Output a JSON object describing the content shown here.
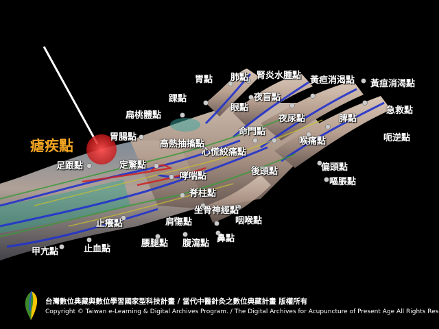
{
  "highlight": {
    "label": "瘧疾點",
    "color": "#f5a623",
    "dot_color": "#e02020"
  },
  "points": {
    "zugen": "足跟點",
    "weichang": "胃腸點",
    "biantao": "扁桃體點",
    "huai": "踝點",
    "wei": "胃點",
    "fei": "肺點",
    "shenyan": "腎炎水腫點",
    "huangdan1": "黃疸消渴點",
    "huangdan2": "黃疸消渴點",
    "yemang": "夜盲點",
    "yan": "眼點",
    "jijiu": "急救點",
    "pi": "脾點",
    "enni": "呃逆點",
    "mingmen": "命門點",
    "yeniao": "夜尿點",
    "houtong": "喉痛點",
    "gaore": "高熱抽搐點",
    "xinhuang": "心慌絞痛點",
    "dingjing": "定驚點",
    "xiaochuan": "哮喘點",
    "houtou": "後頭點",
    "piantou": "偏頭點",
    "outu": "嘔脹點",
    "jizhu": "脊柱點",
    "zuogu": "坐骨神經點",
    "yanhou": "咽喉點",
    "zhiyang": "止癢點",
    "jiantong": "肩傷點",
    "bi": "鼻點",
    "yaotui": "腰腿點",
    "fuxie": "腹瀉點",
    "jiaxian": "甲亢點",
    "zhixue": "止血點"
  },
  "footer": {
    "line1": "台灣數位典藏與數位學習國家型科技計畫 / 當代中醫針灸之數位典藏計畫 版權所有",
    "line2": "Copyright © Taiwan e-Learning & Digital Archives Program. / The Digital Archives for Acupuncture of Present Age All Rights Reserved."
  },
  "colors": {
    "background": "#000000",
    "skin": "#c9b6a6",
    "nerve_blue": "#2233cc",
    "vessel_red": "#cc2222",
    "muscle_green": "#3a9a3a"
  }
}
